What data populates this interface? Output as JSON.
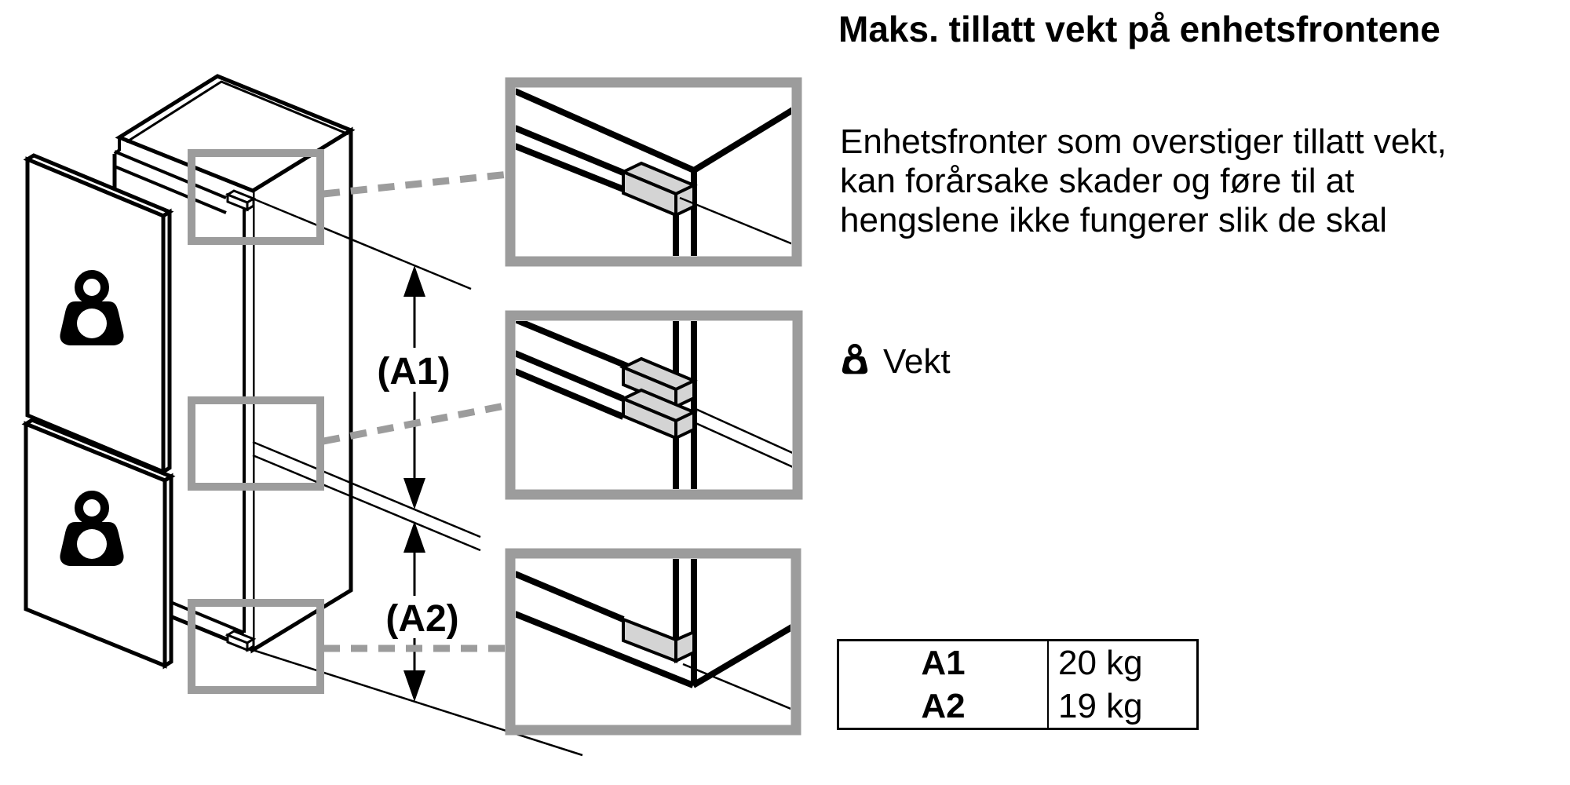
{
  "title": "Maks. tillatt vekt på enhetsfrontene",
  "body_text": {
    "line1": "Enhetsfronter som overstiger tillatt vekt,",
    "line2": "kan forårsake skader og føre til at",
    "line3": "hengslene ikke fungerer slik de skal"
  },
  "legend": {
    "icon": "weight-icon",
    "label": "Vekt"
  },
  "dimension_labels": {
    "a1": "(A1)",
    "a2": "(A2)"
  },
  "weight_table": {
    "rows": [
      {
        "dimension": "A1",
        "value": "20 kg"
      },
      {
        "dimension": "A2",
        "value": "19 kg"
      }
    ]
  },
  "colors": {
    "line": "#000000",
    "callout_gray": "#9c9c9c",
    "block_fill": "#d4d4d4",
    "background": "#ffffff"
  }
}
